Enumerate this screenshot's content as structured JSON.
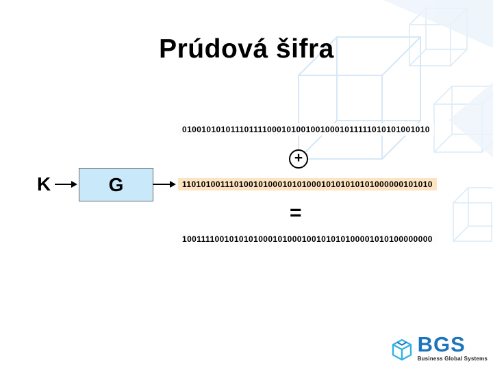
{
  "slide": {
    "title": "Prúdová šifra"
  },
  "cipher": {
    "key_label": "K",
    "generator_label": "G",
    "xor_symbol": "+",
    "equals_symbol": "=",
    "plaintext_bits": "0100101010111011110001010010010001011111010101001010",
    "keystream_bits": "1101010011101001010001010100010101010101000000101010",
    "ciphertext_bits": "1001111001010101000101000100101010100001010100000000"
  },
  "logo": {
    "text": "BGS",
    "tagline": "Business Global Systems"
  },
  "colors": {
    "generator_box_fill": "#C9E8FA",
    "keystream_highlight": "#FCE3C2",
    "logo_blue": "#1B75BC",
    "logo_cyan": "#33B1E4",
    "wireframe_blue": "#D6E7F5"
  }
}
